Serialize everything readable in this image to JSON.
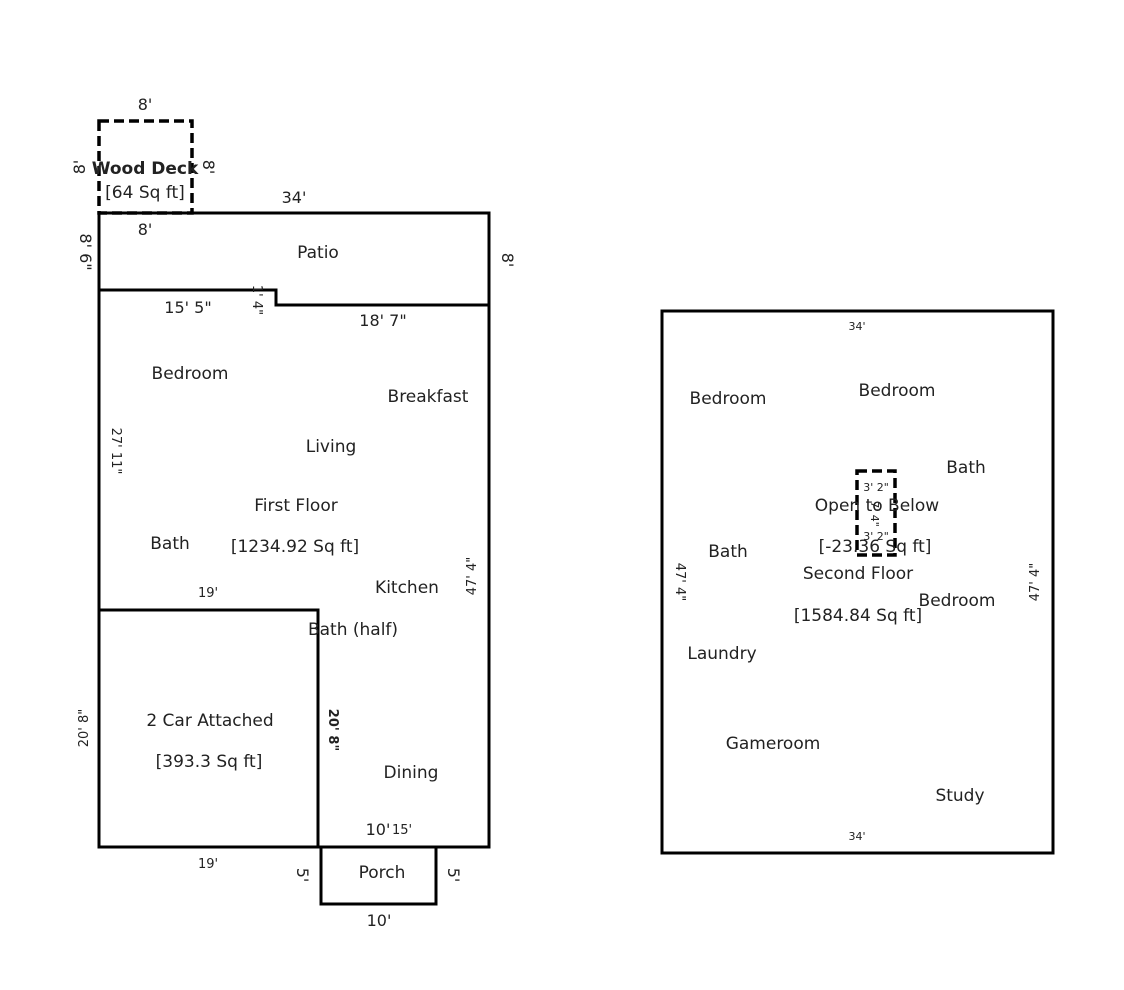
{
  "colors": {
    "wall": "#000000",
    "text": "#222222",
    "background": "#ffffff"
  },
  "first_floor": {
    "wood_deck": {
      "name": "Wood Deck",
      "area": "[64 Sq ft]",
      "dim_top": "8'",
      "dim_left": "8'",
      "dim_right": "8'",
      "dim_bottom": "8'"
    },
    "patio": {
      "name": "Patio",
      "dim_top": "34'",
      "dim_left": "8' 6\"",
      "dim_right": "8'"
    },
    "step": {
      "dim_left": "15' 5\"",
      "dim_vertical": "1' 4\"",
      "dim_right": "18' 7\""
    },
    "rooms": {
      "bedroom": "Bedroom",
      "breakfast": "Breakfast",
      "living": "Living",
      "bath": "Bath",
      "kitchen": "Kitchen",
      "bath_half": "Bath (half)",
      "dining": "Dining"
    },
    "label": "First Floor",
    "area": "[1234.92 Sq ft]",
    "dim_left": "27' 11\"",
    "dim_right": "47' 4\"",
    "garage": {
      "name": "2 Car Attached",
      "area": "[393.3 Sq ft]",
      "dim_top": "19'",
      "dim_bottom": "19'",
      "dim_left": "20' 8\"",
      "dim_right": "20' 8\""
    },
    "dim_porch_top_a": "10'",
    "dim_porch_top_b": "15'",
    "porch": {
      "name": "Porch",
      "dim_left": "5'",
      "dim_right": "5'",
      "dim_bottom": "10'"
    }
  },
  "second_floor": {
    "dim_top": "34'",
    "dim_bottom": "34'",
    "dim_left": "47' 4\"",
    "dim_right": "47' 4\"",
    "rooms": {
      "bedroom_left": "Bedroom",
      "bedroom_top": "Bedroom",
      "bath_right": "Bath",
      "bath_left": "Bath",
      "bedroom_right": "Bedroom",
      "laundry": "Laundry",
      "gameroom": "Gameroom",
      "study": "Study"
    },
    "open_below": {
      "name": "Open to Below",
      "area": "[-23.36 Sq ft]",
      "dim_top": "3' 2\"",
      "dim_bottom": "3' 2\"",
      "dim_side": "7' 4\""
    },
    "label": "Second Floor",
    "area": "[1584.84 Sq ft]"
  }
}
